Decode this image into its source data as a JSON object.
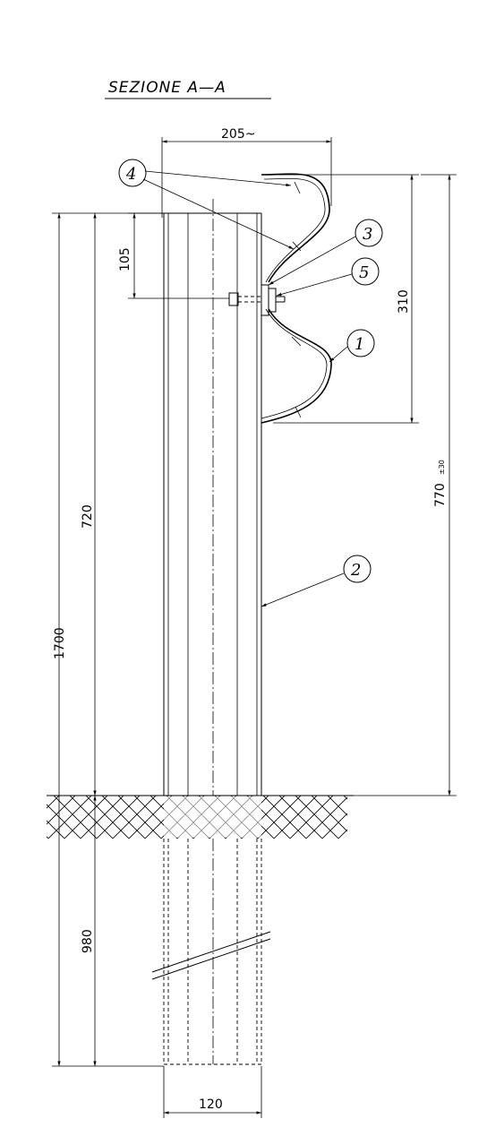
{
  "title": "SEZIONE A—A",
  "dimensions": {
    "width_top": "205~",
    "offset_top": "105",
    "beam_height": "310",
    "total_height": "1700",
    "above_ground": "720",
    "embedment": "980",
    "post_width": "120",
    "rail_height_value": "770",
    "rail_height_tol": "±30"
  },
  "callouts": [
    "1",
    "2",
    "3",
    "4",
    "5"
  ]
}
